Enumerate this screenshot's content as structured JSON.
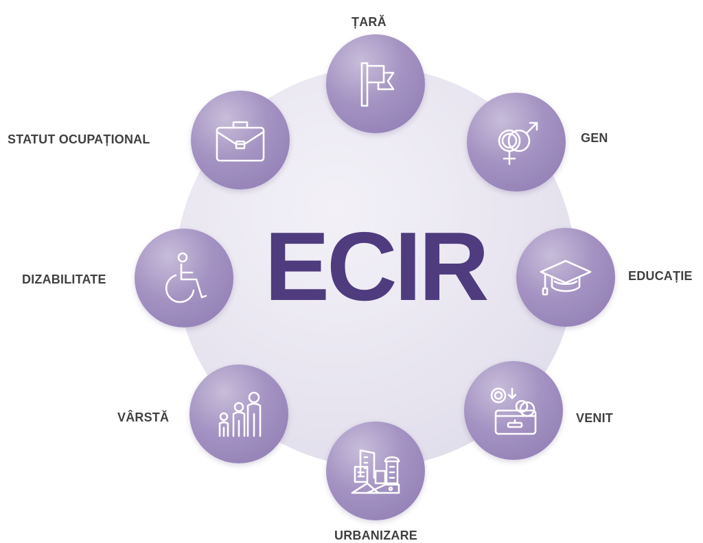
{
  "center": {
    "title": "ECIR"
  },
  "nodes": {
    "tara": {
      "label": "ȚARĂ",
      "icon": "flag-icon"
    },
    "gen": {
      "label": "GEN",
      "icon": "gender-symbols-icon"
    },
    "educatie": {
      "label": "EDUCAȚIE",
      "icon": "graduation-cap-icon"
    },
    "venit": {
      "label": "VENIT",
      "icon": "wallet-coins-icon"
    },
    "urbanizare": {
      "label": "URBANIZARE",
      "icon": "city-buildings-icon"
    },
    "varsta": {
      "label": "VÂRSTĂ",
      "icon": "family-ages-icon"
    },
    "dizabilitate": {
      "label": "DIZABILITATE",
      "icon": "wheelchair-icon"
    },
    "statut": {
      "label": "STATUT OCUPAȚIONAL",
      "icon": "briefcase-icon"
    }
  },
  "colors": {
    "title": "#4e3c7e",
    "node_fill": "#a392c2",
    "big_circle": "#e6e3ef",
    "label_text": "#404040"
  }
}
